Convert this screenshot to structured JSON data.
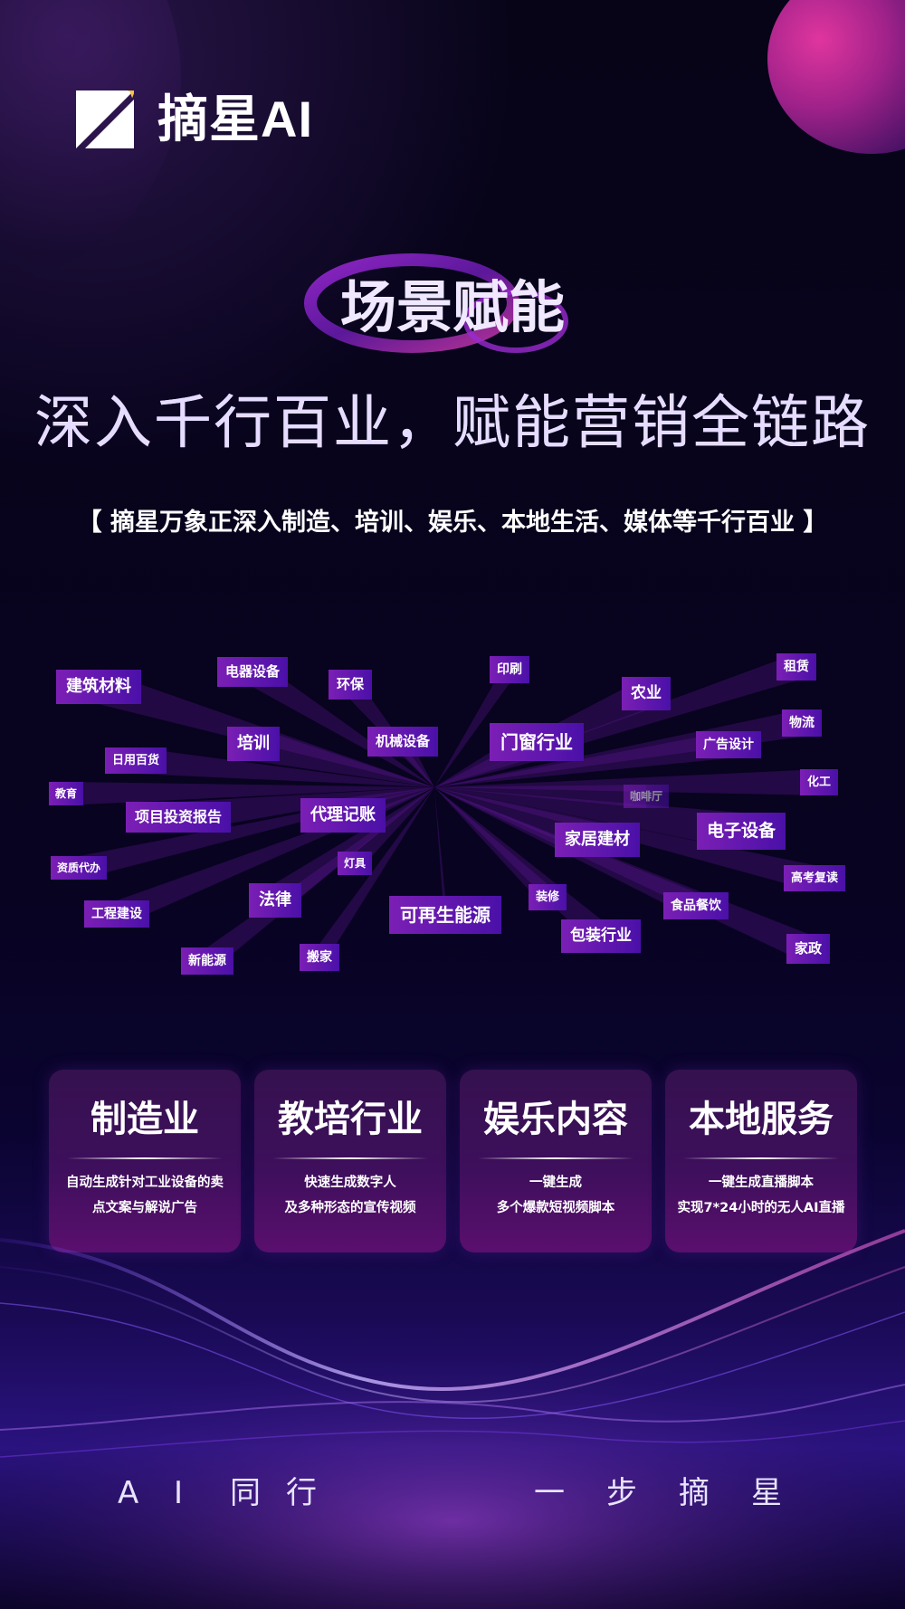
{
  "brand": {
    "name": "摘星AI"
  },
  "section": {
    "heading": "场景赋能",
    "headline": "深入千行百业，赋能营销全链路",
    "tagline": "【 摘星万象正深入制造、培训、娱乐、本地生活、媒体等千行百业 】"
  },
  "industries": [
    "建筑材料",
    "电器设备",
    "环保",
    "印刷",
    "租赁",
    "农业",
    "培训",
    "机械设备",
    "门窗行业",
    "广告设计",
    "物流",
    "日用百货",
    "教育",
    "项目投资报告",
    "代理记账",
    "化工",
    "电子设备",
    "家居建材",
    "资质代办",
    "灯具",
    "法律",
    "可再生能源",
    "高考复读",
    "装修",
    "食品餐饮",
    "工程建设",
    "新能源",
    "搬家",
    "包装行业",
    "家政",
    "咖啡厅"
  ],
  "cards": [
    {
      "title": "制造业",
      "lines": [
        "自动生成针对工业设备的卖",
        "点文案与解说广告"
      ]
    },
    {
      "title": "教培行业",
      "lines": [
        "快速生成数字人",
        "及多种形态的宣传视频"
      ]
    },
    {
      "title": "娱乐内容",
      "lines": [
        "一键生成",
        "多个爆款短视频脚本"
      ]
    },
    {
      "title": "本地服务",
      "lines": [
        "一键生成直播脚本",
        "实现7*24小时的无人AI直播"
      ]
    }
  ],
  "footer": {
    "slogan_left": [
      "A",
      "I",
      "同",
      "行"
    ],
    "slogan_right": [
      "一",
      "步",
      "摘",
      "星"
    ]
  },
  "colors": {
    "background": "#07031a",
    "accent": "#8a1fd0",
    "tag_gradient_end": "#4a10a8"
  }
}
